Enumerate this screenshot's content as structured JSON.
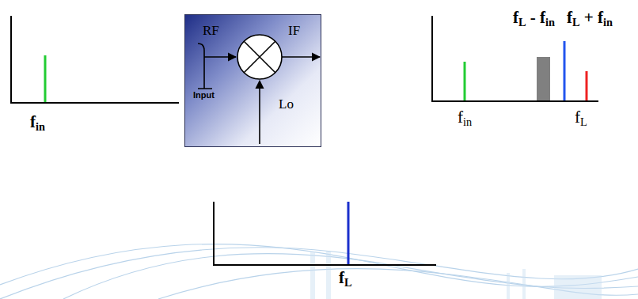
{
  "diagram": {
    "nodes": [
      {
        "text": [
          "RF",
          "IF",
          "Input",
          "Lo"
        ]
      }
    ],
    "labels": [
      "fin",
      "fL - fin",
      "fL + fin",
      "fin",
      "fL",
      "fL"
    ]
  }
}
